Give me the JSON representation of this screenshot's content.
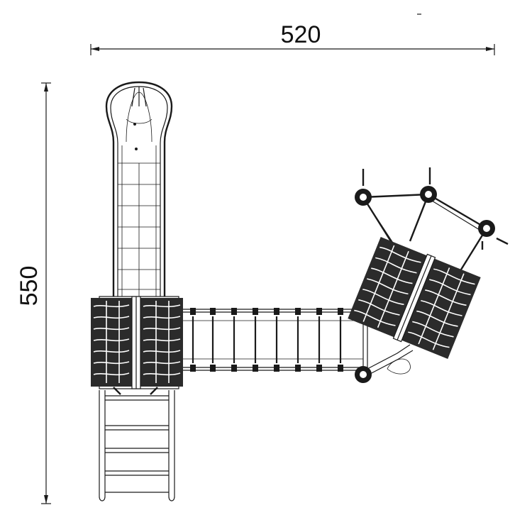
{
  "dimensions": {
    "width_label": "520",
    "height_label": "550",
    "width_value": 520,
    "height_value": 550
  },
  "components": {
    "slide": "tube-slide",
    "climbing_walls": [
      "left-tower-climbing-wall",
      "right-tower-climbing-wall"
    ],
    "bridge_rungs": 8,
    "ladder_steps": 5
  }
}
